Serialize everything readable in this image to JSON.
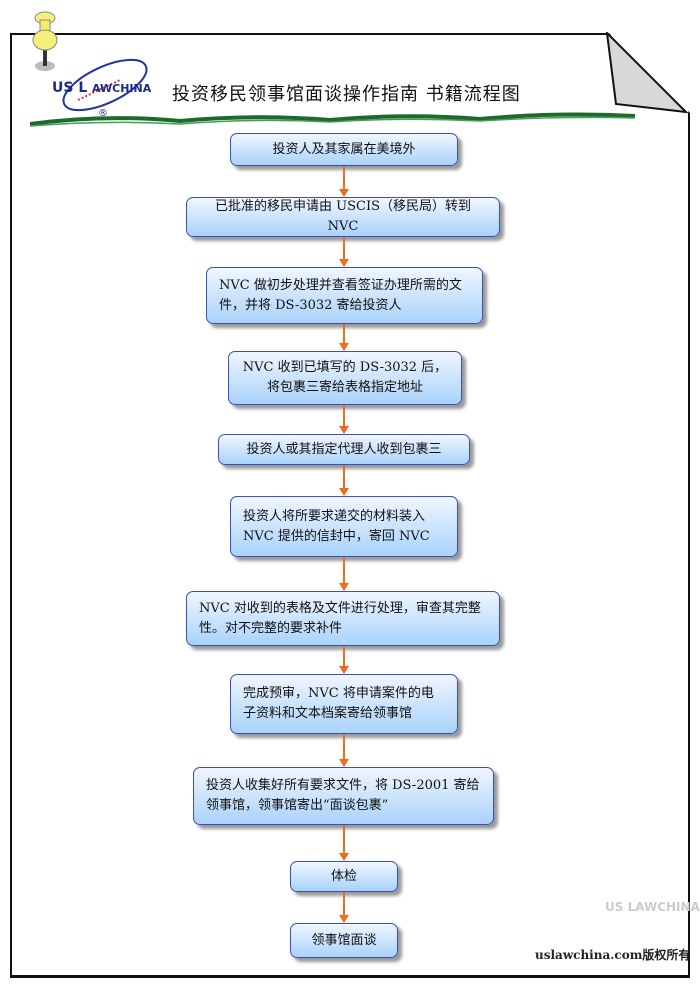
{
  "title": "投资移民领事馆面谈操作指南 书籍流程图",
  "logo": {
    "text": "US LAWCHINA",
    "mark": "®"
  },
  "steps": [
    {
      "text": "投资人及其家属在美境外"
    },
    {
      "text": "已批准的移民申请由 USCIS（移民局）转到 NVC"
    },
    {
      "text": "NVC 做初步处理并查看签证办理所需的文件，并将 DS-3032 寄给投资人"
    },
    {
      "text": "NVC 收到已填写的 DS-3032 后，将包裹三寄给表格指定地址"
    },
    {
      "text": "投资人或其指定代理人收到包裹三"
    },
    {
      "text": "投资人将所要求递交的材料装入 NVC 提供的信封中，寄回 NVC"
    },
    {
      "text": "NVC 对收到的表格及文件进行处理，审查其完整性。对不完整的要求补件"
    },
    {
      "text": "完成预审，NVC 将申请案件的电子资料和文本档案寄给领事馆"
    },
    {
      "text": "投资人收集好所有要求文件，将 DS-2001 寄给领事馆，领事馆寄出“面谈包裹”"
    },
    {
      "text": "体检"
    },
    {
      "text": "领事馆面谈"
    }
  ],
  "footer": "uslawchina.com版权所有",
  "colors": {
    "arrow": "#f26a1b",
    "box_border": "#3a4fc0",
    "box_fill": "#a9d2fa"
  }
}
